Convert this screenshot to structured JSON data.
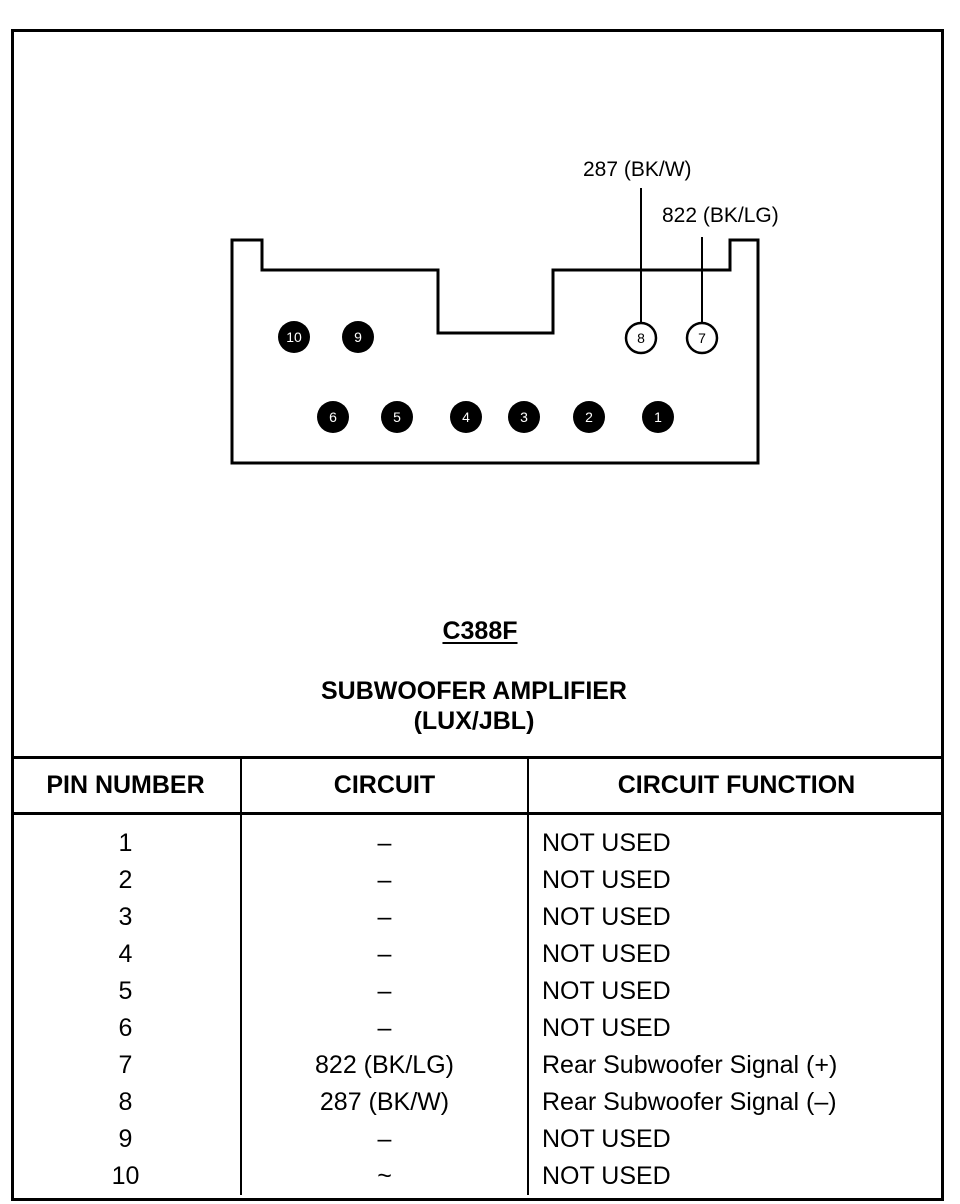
{
  "connector": {
    "id": "C388F",
    "description_line1": "SUBWOOFER AMPLIFIER",
    "description_line2": "(LUX/JBL)",
    "callouts": [
      {
        "pin": "8",
        "label": "287 (BK/W)"
      },
      {
        "pin": "7",
        "label": "822 (BK/LG)"
      }
    ],
    "pins_filled": [
      "10",
      "9",
      "6",
      "5",
      "4",
      "3",
      "2",
      "1"
    ],
    "pins_open": [
      "8",
      "7"
    ]
  },
  "table": {
    "headers": [
      "PIN NUMBER",
      "CIRCUIT",
      "CIRCUIT FUNCTION"
    ],
    "rows": [
      {
        "pin": "1",
        "circuit": "–",
        "function": "NOT USED"
      },
      {
        "pin": "2",
        "circuit": "–",
        "function": "NOT USED"
      },
      {
        "pin": "3",
        "circuit": "–",
        "function": "NOT USED"
      },
      {
        "pin": "4",
        "circuit": "–",
        "function": "NOT USED"
      },
      {
        "pin": "5",
        "circuit": "–",
        "function": "NOT USED"
      },
      {
        "pin": "6",
        "circuit": "–",
        "function": "NOT USED"
      },
      {
        "pin": "7",
        "circuit": "822 (BK/LG)",
        "function": "Rear Subwoofer Signal (+)"
      },
      {
        "pin": "8",
        "circuit": "287 (BK/W)",
        "function": "Rear Subwoofer Signal (–)"
      },
      {
        "pin": "9",
        "circuit": "–",
        "function": "NOT USED"
      },
      {
        "pin": "10",
        "circuit": "~",
        "function": "NOT USED"
      }
    ]
  }
}
